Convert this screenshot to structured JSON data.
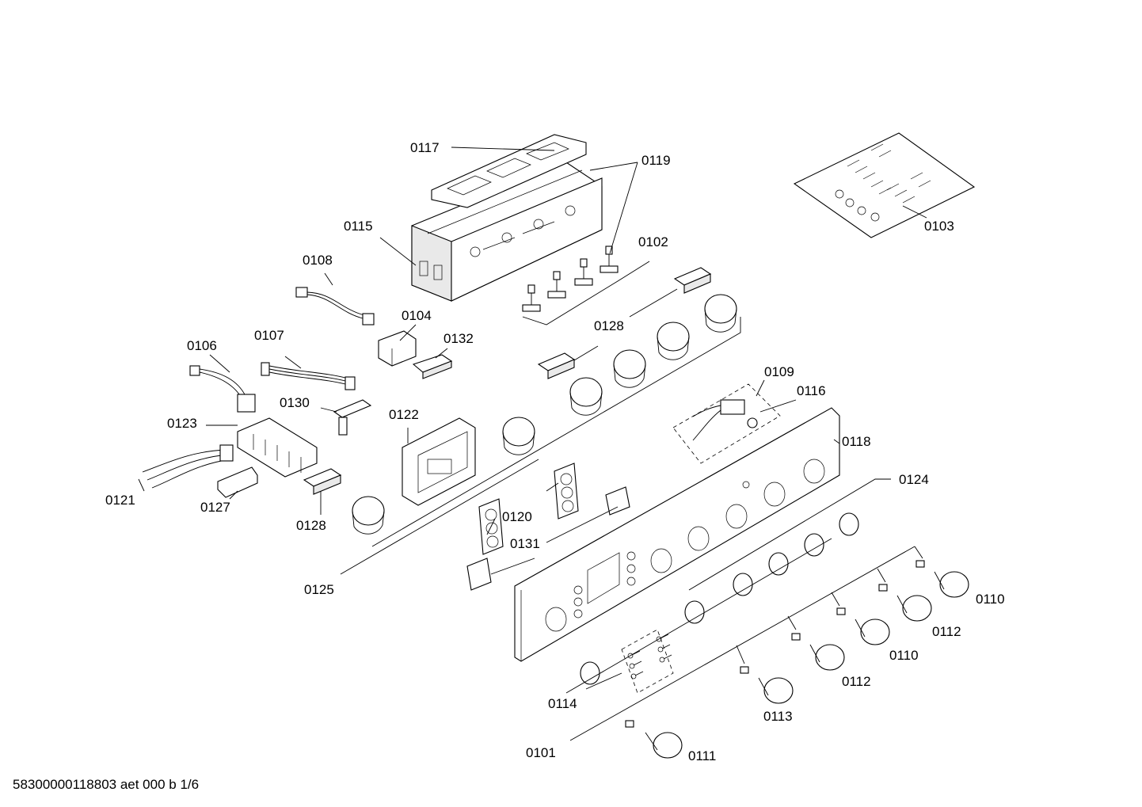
{
  "diagram": {
    "labels": {
      "p0117": "0117",
      "p0119": "0119",
      "p0115": "0115",
      "p0108": "0108",
      "p0102": "0102",
      "p0104": "0104",
      "p0103": "0103",
      "p0106": "0106",
      "p0107": "0107",
      "p0132": "0132",
      "p0128a": "0128",
      "p0109": "0109",
      "p0116": "0116",
      "p0130": "0130",
      "p0122": "0122",
      "p0123": "0123",
      "p0118": "0118",
      "p0124": "0124",
      "p0121": "0121",
      "p0127": "0127",
      "p0128b": "0128",
      "p0120": "0120",
      "p0131": "0131",
      "p0125": "0125",
      "p0110a": "0110",
      "p0112a": "0112",
      "p0110b": "0110",
      "p0112b": "0112",
      "p0113": "0113",
      "p0114": "0114",
      "p0101": "0101",
      "p0111": "0111"
    },
    "footer": "58300000118803 aet 000 b 1/6"
  }
}
